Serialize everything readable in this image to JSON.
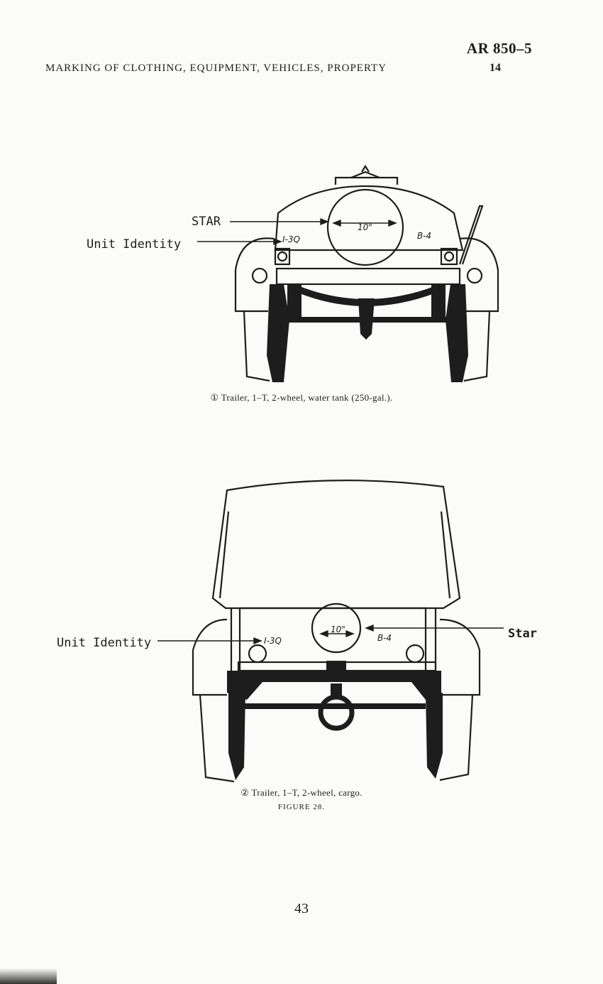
{
  "header": {
    "doc_code": "AR 850–5",
    "running_head": "MARKING OF CLOTHING, EQUIPMENT, VEHICLES, PROPERTY",
    "section_number": "14"
  },
  "figure1": {
    "label_star": "STAR",
    "label_unit": "Unit Identity",
    "marking_left": "I-3Q",
    "marking_dim": "10\"",
    "marking_right": "B-4",
    "caption": "① Trailer, 1–T, 2-wheel, water tank (250-gal.)."
  },
  "figure2": {
    "label_unit": "Unit Identity",
    "label_star": "Star",
    "marking_left": "I-3Q",
    "marking_dim": "10\"",
    "marking_right": "B-4",
    "caption": "② Trailer, 1–T, 2-wheel, cargo."
  },
  "figure_title": "FIGURE 28.",
  "page_number": "43",
  "colors": {
    "ink": "#1d1d1d",
    "paper": "#fbfbf9"
  }
}
